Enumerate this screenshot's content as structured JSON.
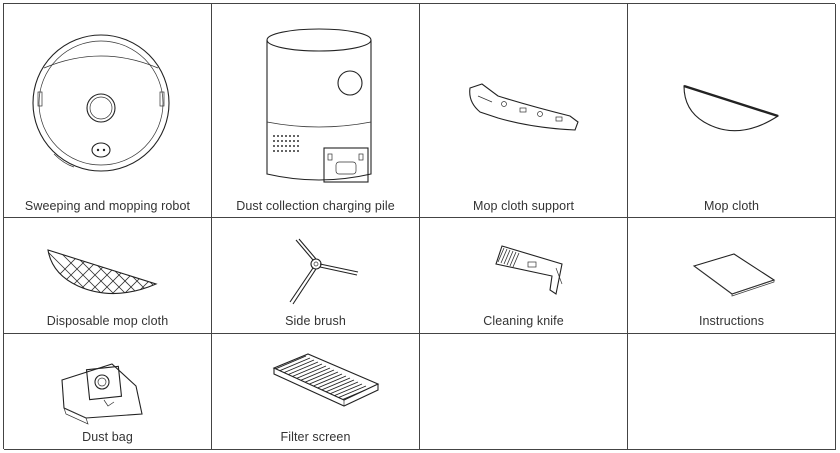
{
  "items": [
    {
      "label": "Sweeping and mopping robot",
      "icon": "robot-vacuum-icon"
    },
    {
      "label": "Dust collection charging pile",
      "icon": "charging-dock-icon"
    },
    {
      "label": "Mop cloth support",
      "icon": "mop-bracket-icon"
    },
    {
      "label": "Mop cloth",
      "icon": "mop-cloth-icon"
    },
    {
      "label": "Disposable mop cloth",
      "icon": "disposable-mop-icon"
    },
    {
      "label": "Side brush",
      "icon": "side-brush-icon"
    },
    {
      "label": "Cleaning knife",
      "icon": "cleaning-tool-icon"
    },
    {
      "label": "Instructions",
      "icon": "manual-icon"
    },
    {
      "label": "Dust bag",
      "icon": "dust-bag-icon"
    },
    {
      "label": "Filter screen",
      "icon": "filter-icon"
    }
  ]
}
